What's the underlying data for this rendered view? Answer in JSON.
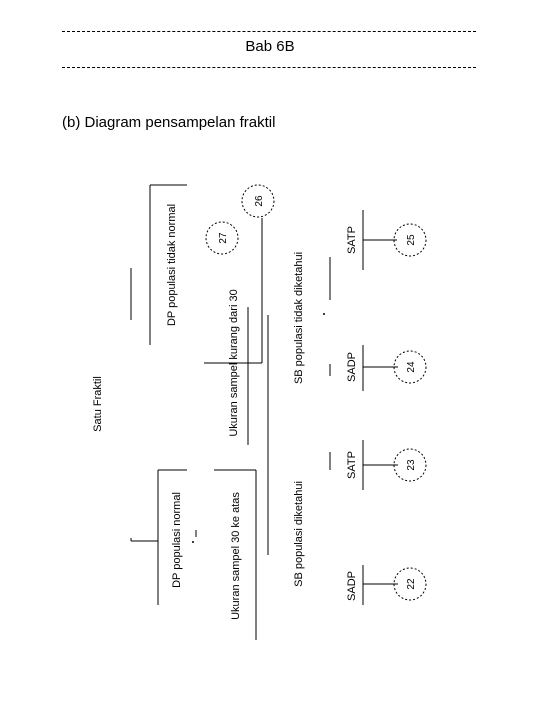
{
  "header": {
    "title": "Bab 6B"
  },
  "subtitle": "(b) Diagram pensampelan fraktil",
  "diagram": {
    "root": "Satu Fraktil",
    "dp_abnormal": "DP populasi tidak normal",
    "dp_normal": "DP populasi normal",
    "ss_small": "Ukuran sampel kurang dari 30",
    "ss_large": "Ukuran sampel 30 ke atas",
    "sd_unknown": "SB populasi tidak diketahui",
    "sd_known": "SB populasi diketahui",
    "satp_top": "SATP",
    "sadp_top": "SADP",
    "satp_mid": "SATP",
    "sadp_bottom": "SADP",
    "n26": "26",
    "n27": "27",
    "n25": "25",
    "n24": "24",
    "n23": "23",
    "n22": "22"
  }
}
